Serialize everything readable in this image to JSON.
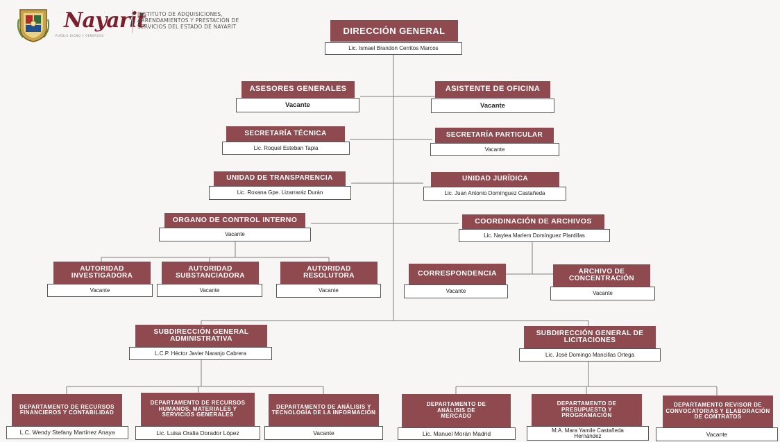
{
  "header": {
    "brand": "Nayarit",
    "brand_sub": "PUEBLO DIGNO Y GENEROSO",
    "institute": "INSTITUTO DE ADQUISICIONES, ARRENDAMIENTOS Y PRESTACIÓN DE SERVICIOS DEL ESTADO DE NAYARIT",
    "institute_lines": [
      "INSTITUTO DE ADQUISICIONES,",
      "ARRENDAMIENTOS Y PRESTACIÓN DE",
      "SERVICIOS DEL ESTADO DE NAYARIT"
    ]
  },
  "colors": {
    "title_bg": "#8e4a4e",
    "line": "#7d7d7d"
  },
  "nodes": {
    "dg": {
      "title": "DIRECCIÓN GENERAL",
      "name": "Lic. Ismael Brandon Cerritos Marcos"
    },
    "asesores": {
      "title": "ASESORES GENERALES",
      "name": "Vacante"
    },
    "asistente": {
      "title": "ASISTENTE DE OFICINA",
      "name": "Vacante"
    },
    "sec_tecnica": {
      "title": "SECRETARÍA TÉCNICA",
      "name": "Lic. Roquel Esteban Tapia"
    },
    "sec_particular": {
      "title": "SECRETARÍA PARTICULAR",
      "name": "Vacante"
    },
    "transparencia": {
      "title": "UNIDAD DE TRANSPARENCIA",
      "name": "Lic. Roxana Gpe. Lizarraráz Durán"
    },
    "juridica": {
      "title": "UNIDAD JURÍDICA",
      "name": "Lic. Juan Antonio Domínguez Castañeda"
    },
    "oci": {
      "title": "ORGANO DE CONTROL INTERNO",
      "name": "Vacante"
    },
    "archivos": {
      "title": "COORDINACIÓN DE ARCHIVOS",
      "name": "Lic. Naylea Marlem Domínguez Plantillas"
    },
    "investigadora": {
      "title": "AUTORIDAD INVESTIGADORA",
      "name": "Vacante"
    },
    "substanciadora": {
      "title": "AUTORIDAD SUBSTANCIADORA",
      "name": "Vacante"
    },
    "resolutora": {
      "title": "AUTORIDAD RESOLUTORA",
      "name": "Vacante"
    },
    "correspondencia": {
      "title": "CORRESPONDENCIA",
      "name": "Vacante"
    },
    "concentracion": {
      "title": "ARCHIVO DE CONCENTRACIÓN",
      "name": "Vacante"
    },
    "sub_admin": {
      "title": "SUBDIRECCIÓN GENERAL ADMINISTRATIVA",
      "name": "L.C.P. Héctor Javier Naranjo Cabrera"
    },
    "sub_licit": {
      "title": "SUBDIRECCIÓN GENERAL DE LICITACIONES",
      "name": "Lic. José Domingo Mancillas Ortega"
    },
    "rec_fin": {
      "title": "DEPARTAMENTO DE RECURSOS FINANCIEROS Y CONTABILIDAD",
      "name": "L.C. Wendy Stefany Martínez Anaya"
    },
    "rec_hum": {
      "title": "DEPARTAMENTO DE RECURSOS HUMANOS, MATERIALES Y SERVICIOS GENERALES",
      "name": "Lic. Luisa Oralia Dorador López"
    },
    "tic": {
      "title": "DEPARTAMENTO DE ANÁLISIS Y TECNOLOGÍA DE LA INFORMACIÓN",
      "name": "Vacante"
    },
    "mercado": {
      "title": "DEPARTAMENTO DE ANÁLISIS DE MERCADO",
      "name": "Lic. Manuel Morán Madrid"
    },
    "presupuesto": {
      "title": "DEPARTAMENTO DE PRESUPUESTO Y PROGRAMACIÓN",
      "name": "M.A. Mara Yamile Castañeda Hernández"
    },
    "revisor": {
      "title": "DEPARTAMENTO REVISOR DE CONVOCATORIAS Y ELABORACIÓN DE CONTRATOS",
      "name": "Vacante"
    }
  }
}
